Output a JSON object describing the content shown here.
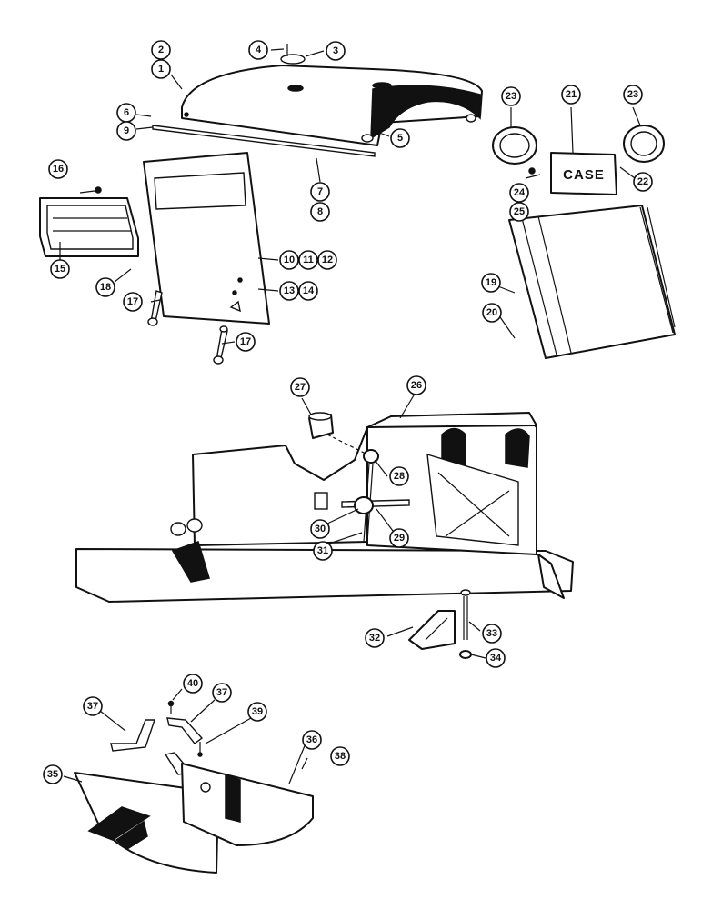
{
  "diagram": {
    "plate_lettering": "CASE",
    "callouts": [
      "1",
      "2",
      "3",
      "4",
      "5",
      "6",
      "7",
      "8",
      "9",
      "10",
      "11",
      "12",
      "13",
      "14",
      "15",
      "16",
      "17",
      "17",
      "18",
      "19",
      "20",
      "21",
      "22",
      "23",
      "23",
      "24",
      "25",
      "26",
      "27",
      "28",
      "29",
      "30",
      "31",
      "32",
      "33",
      "34",
      "35",
      "36",
      "37",
      "37",
      "38",
      "39",
      "40"
    ]
  }
}
